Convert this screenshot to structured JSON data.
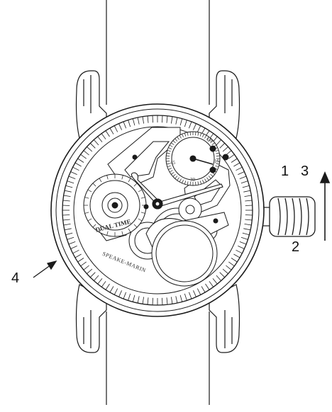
{
  "diagram": {
    "callouts": {
      "c1": "1",
      "c2": "2",
      "c3": "3",
      "c4": "4"
    },
    "dial": {
      "brand": "SPEAKE-MARIN",
      "dual_time": "DUAL TIME",
      "seconds_60": "60",
      "seconds_15": "15",
      "seconds_30": "30",
      "seconds_45": "45"
    },
    "colors": {
      "line": "#1a1a1a",
      "ghost": "#9a9a9a"
    }
  }
}
